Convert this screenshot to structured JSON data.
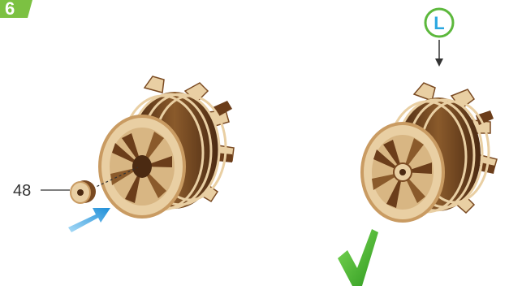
{
  "step": {
    "number": "6",
    "badge_color": "#7cc142"
  },
  "part": {
    "label": "48"
  },
  "marker": {
    "letter": "L",
    "color": "#5cb83c"
  },
  "colors": {
    "wood_light": "#e9cfa3",
    "wood_mid": "#c99b62",
    "wood_dark": "#7a4a22",
    "wood_darkest": "#4b2a12",
    "arrow_blue": "#2a9be0",
    "check_green": "#3fae2a"
  },
  "icons": {
    "insert_arrow": "arrow-icon",
    "down_arrow": "arrow-down-icon",
    "checkmark": "checkmark-icon"
  }
}
